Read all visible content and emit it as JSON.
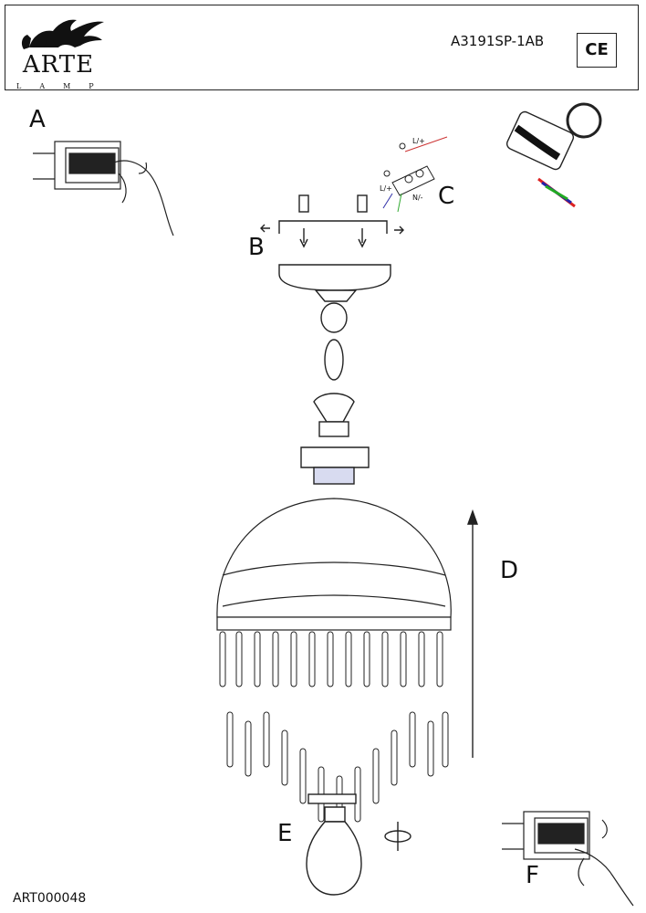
{
  "header": {
    "brand": "ARTE",
    "brand_sub": "LAMP",
    "model": "A3191SP-1AB",
    "cert_mark": "CE"
  },
  "steps": {
    "a": "A",
    "b": "B",
    "c": "C",
    "d": "D",
    "e": "E",
    "f": "F"
  },
  "wiring": {
    "live_top": "L/+",
    "live_left": "L/+",
    "neutral": "N/-"
  },
  "footer": {
    "code": "ART000048"
  }
}
